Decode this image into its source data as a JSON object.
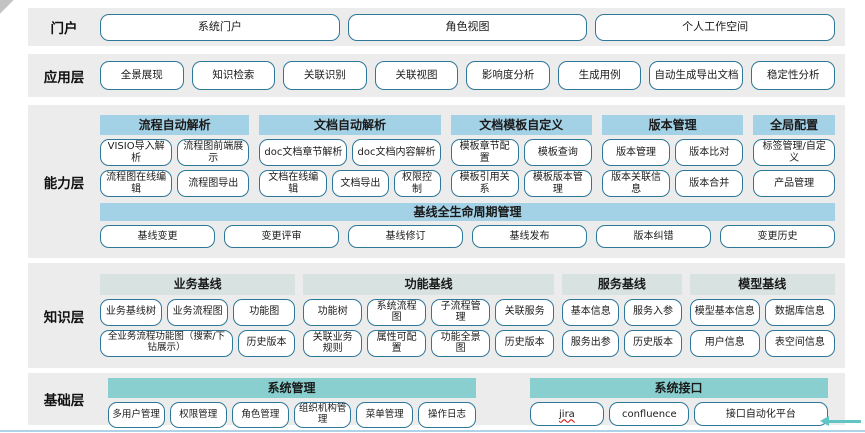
{
  "layers": {
    "portal": {
      "label": "门户",
      "buttons": [
        "系统门户",
        "角色视图",
        "个人工作空间"
      ]
    },
    "application": {
      "label": "应用层",
      "buttons": [
        "全景展现",
        "知识检索",
        "关联识别",
        "关联视图",
        "影响度分析",
        "生成用例",
        "自动生成导出文档",
        "稳定性分析"
      ]
    },
    "capability": {
      "label": "能力层",
      "groups": [
        {
          "title": "流程自动解析",
          "rows": [
            [
              "VISIO导入解析",
              "流程图前端展示"
            ],
            [
              "流程图在线编辑",
              "流程图导出"
            ]
          ]
        },
        {
          "title": "文档自动解析",
          "rows": [
            [
              "doc文档章节解析",
              "doc文档内容解析"
            ],
            [
              "文档在线编辑",
              "文档导出",
              "权限控制"
            ]
          ]
        },
        {
          "title": "文档模板自定义",
          "rows": [
            [
              "模板章节配置",
              "模板查询"
            ],
            [
              "模板引用关系",
              "模板版本管理"
            ]
          ]
        },
        {
          "title": "版本管理",
          "rows": [
            [
              "版本管理",
              "版本比对"
            ],
            [
              "版本关联信息",
              "版本合并"
            ]
          ]
        },
        {
          "title": "全局配置",
          "rows": [
            [
              "标签管理/自定义"
            ],
            [
              "产品管理"
            ]
          ]
        }
      ],
      "baseline": {
        "title": "基线全生命周期管理",
        "buttons": [
          "基线变更",
          "变更评审",
          "基线修订",
          "基线发布",
          "版本纠错",
          "变更历史"
        ]
      }
    },
    "knowledge": {
      "label": "知识层",
      "groups": [
        {
          "title": "业务基线",
          "rows": [
            [
              "业务基线树",
              "业务流程图",
              "功能图"
            ],
            [
              "全业务流程功能图（搜索/下钻展示）",
              "历史版本"
            ]
          ]
        },
        {
          "title": "功能基线",
          "rows": [
            [
              "功能树",
              "系统流程图",
              "子流程管理",
              "关联服务"
            ],
            [
              "关联业务规则",
              "属性可配置",
              "功能全景图",
              "历史版本"
            ]
          ]
        },
        {
          "title": "服务基线",
          "rows": [
            [
              "基本信息",
              "服务入参"
            ],
            [
              "服务出参",
              "历史版本"
            ]
          ]
        },
        {
          "title": "模型基线",
          "rows": [
            [
              "模型基本信息",
              "数据库信息"
            ],
            [
              "用户信息",
              "表空间信息"
            ]
          ]
        }
      ]
    },
    "foundation": {
      "label": "基础层",
      "groups": [
        {
          "title": "系统管理",
          "buttons": [
            "多用户管理",
            "权限管理",
            "角色管理",
            "组织机构管理",
            "菜单管理",
            "操作日志"
          ]
        },
        {
          "title": "系统接口",
          "buttons": [
            "jira",
            "confluence",
            "接口自动化平台"
          ]
        }
      ]
    }
  },
  "colors": {
    "band_background": "#ececec",
    "button_border": "#2d7899",
    "capability_header": "#a3d1e6",
    "knowledge_header": "#d8e3e1",
    "foundation_header": "#89cfcf",
    "bottom_line": "#aed3e8",
    "arrow": "#62c5c5"
  }
}
